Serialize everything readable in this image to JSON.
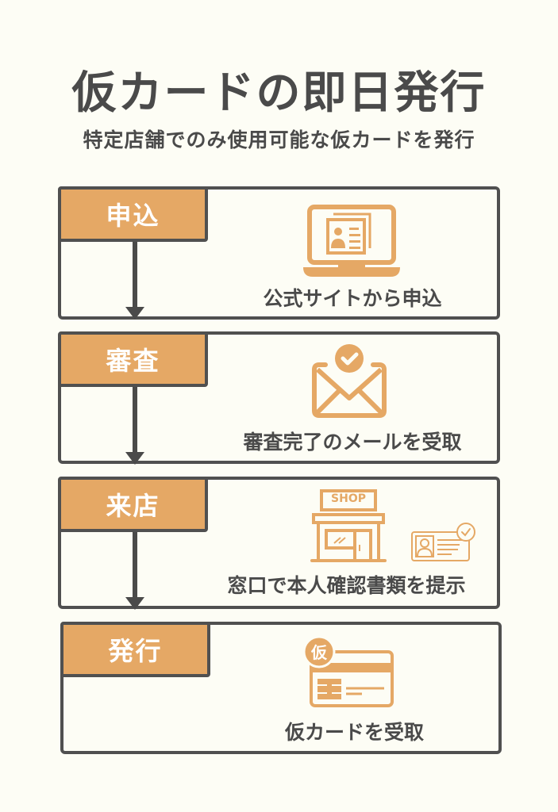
{
  "header": {
    "title": "仮カードの即日発行",
    "subtitle": "特定店舗でのみ使用可能な仮カードを発行"
  },
  "steps": [
    {
      "label": "申込",
      "description": "公式サイトから申込",
      "icon": "laptop-application-icon"
    },
    {
      "label": "審査",
      "description": "審査完了のメールを受取",
      "icon": "mail-check-icon"
    },
    {
      "label": "来店",
      "description": "窓口で本人確認書類を提示",
      "icon": "shop-id-card-icon",
      "shop_sign": "SHOP"
    },
    {
      "label": "発行",
      "description": "仮カードを受取",
      "icon": "temporary-card-icon",
      "card_badge": "仮"
    }
  ],
  "colors": {
    "accent": "#e5a865",
    "text": "#4a4a4a",
    "border": "#505050",
    "background": "#fdfdf5"
  }
}
